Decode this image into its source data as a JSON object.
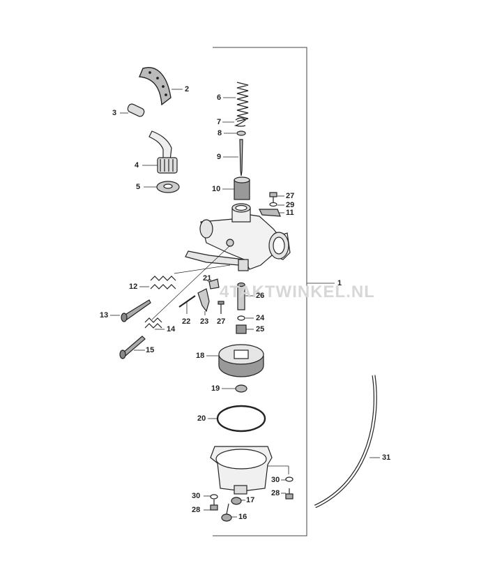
{
  "watermark": "4TAKTWINKEL.NL",
  "callouts": {
    "c1": "1",
    "c2": "2",
    "c3": "3",
    "c4": "4",
    "c5": "5",
    "c6": "6",
    "c7": "7",
    "c8": "8",
    "c9": "9",
    "c10": "10",
    "c11": "11",
    "c12": "12",
    "c13": "13",
    "c14": "14",
    "c15": "15",
    "c16": "16",
    "c17": "17",
    "c18": "18",
    "c19": "19",
    "c20": "20",
    "c21": "21",
    "c22": "22",
    "c23": "23",
    "c24": "24",
    "c25": "25",
    "c26": "26",
    "c27a": "27",
    "c27b": "27",
    "c28a": "28",
    "c28b": "28",
    "c29": "29",
    "c30a": "30",
    "c30b": "30",
    "c31": "31"
  }
}
